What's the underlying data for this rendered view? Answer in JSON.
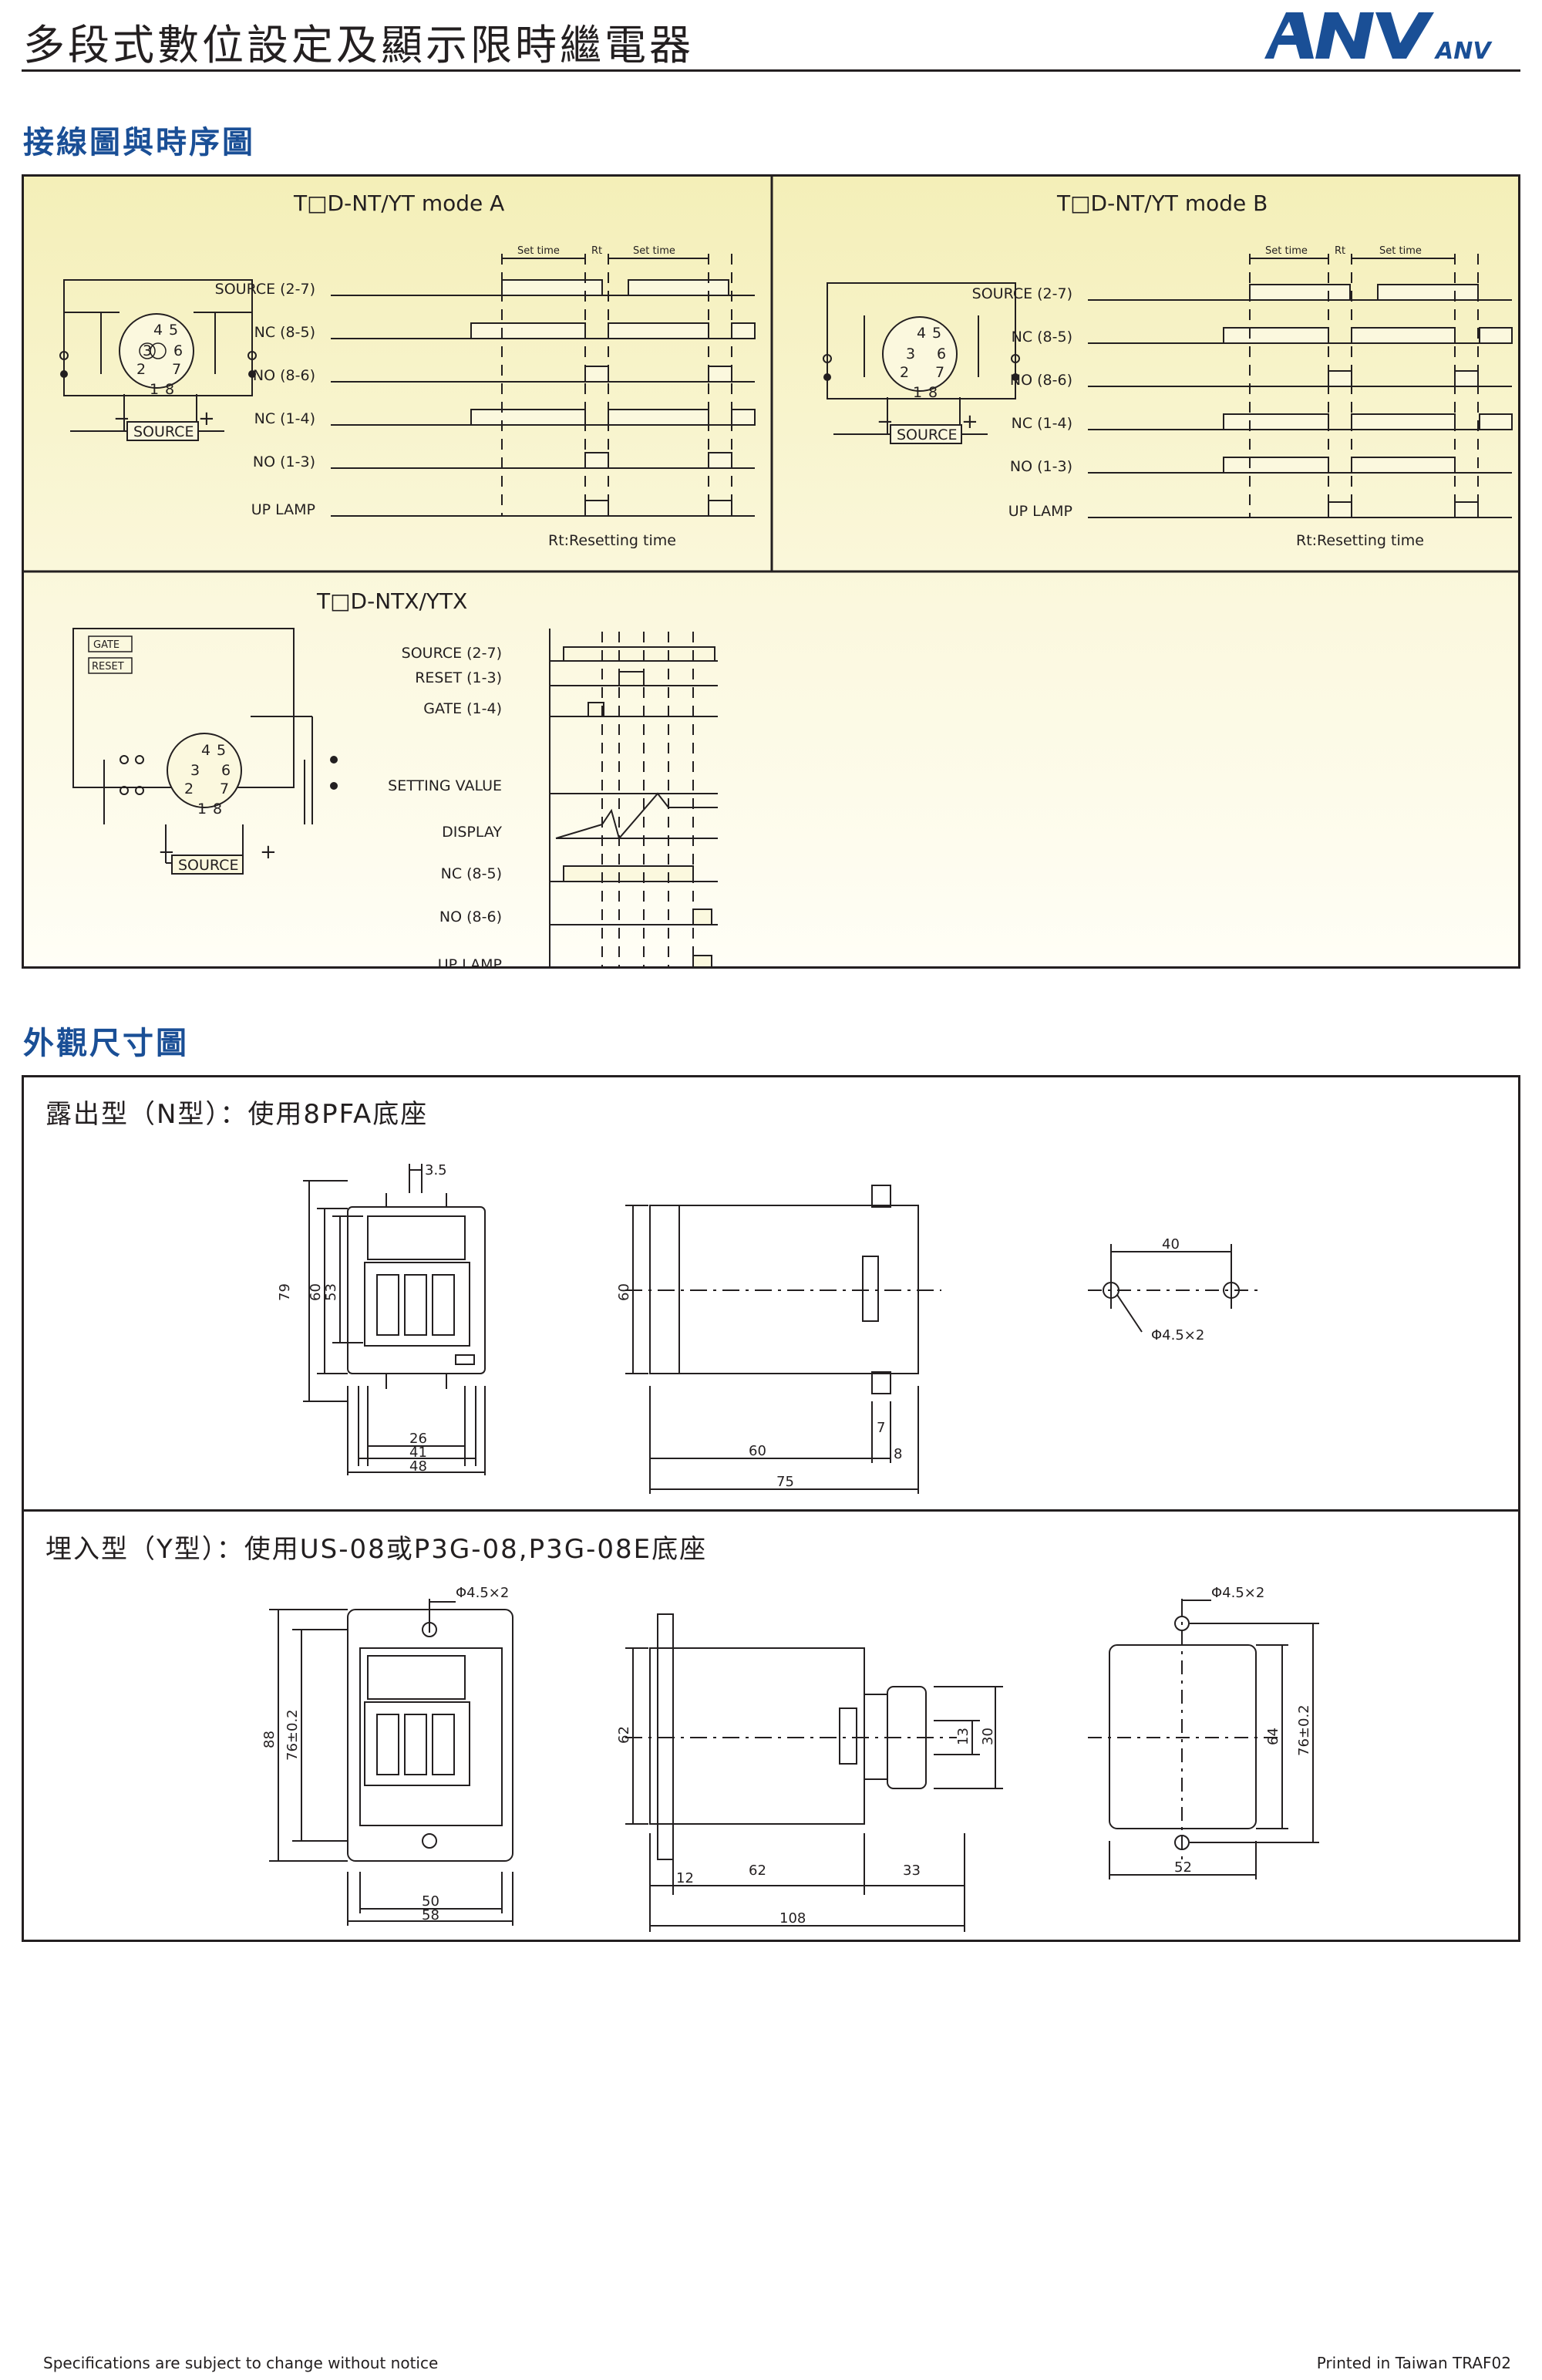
{
  "header": {
    "title": "多段式數位設定及顯示限時繼電器",
    "brand": "ANV",
    "brand_small": "ANV"
  },
  "wiring": {
    "section_title": "接線圖與時序圖",
    "mode_a": {
      "title": "T□D-NT/YT mode A",
      "signals": [
        "SOURCE (2-7)",
        "NC (8-5)",
        "NO (8-6)",
        "NC (1-4)",
        "NO (1-3)",
        "UP LAMP"
      ],
      "set_time": "Set time",
      "rt": "Rt",
      "note": "Rt:Resetting time",
      "source": "SOURCE",
      "minus": "−",
      "plus": "+"
    },
    "mode_b": {
      "title": "T□D-NT/YT mode B",
      "signals": [
        "SOURCE (2-7)",
        "NC (8-5)",
        "NO (8-6)",
        "NC (1-4)",
        "NO (1-3)",
        "UP LAMP"
      ],
      "set_time": "Set time",
      "rt": "Rt",
      "note": "Rt:Resetting time",
      "source": "SOURCE",
      "minus": "−",
      "plus": "+"
    },
    "ntx": {
      "title": "T□D-NTX/YTX",
      "signals": [
        "SOURCE (2-7)",
        "RESET (1-3)",
        "GATE (1-4)",
        "SETTING VALUE",
        "DISPLAY",
        "NC (8-5)",
        "NO (8-6)",
        "UP LAMP"
      ],
      "gate": "GATE",
      "reset": "RESET",
      "source": "SOURCE",
      "minus": "−",
      "plus": "+"
    },
    "pins": [
      "1",
      "2",
      "3",
      "4",
      "5",
      "6",
      "7",
      "8"
    ]
  },
  "dimensions": {
    "section_title": "外觀尺寸圖",
    "n_type": {
      "title": "露出型（N型）：使用8PFA底座",
      "front": {
        "h1": "79",
        "h2": "60",
        "h3": "53",
        "w1": "26",
        "w2": "41",
        "w3": "48",
        "top": "3.5"
      },
      "side": {
        "h": "60",
        "d1": "60",
        "d2": "75",
        "d3": "7",
        "d4": "8"
      },
      "hole": {
        "spacing": "40",
        "dia": "Φ4.5×2"
      }
    },
    "y_type": {
      "title": "埋入型（Y型）：使用US-08或P3G-08,P3G-08E底座",
      "front": {
        "h1": "88",
        "h2": "76±0.2",
        "w1": "50",
        "w2": "58",
        "hole": "Φ4.5×2"
      },
      "side": {
        "h1": "62",
        "h2": "13",
        "h3": "30",
        "d1": "12",
        "d2": "62",
        "d3": "33",
        "d4": "108"
      },
      "cutout": {
        "hole": "Φ4.5×2",
        "h1": "64",
        "h2": "76±0.2",
        "w": "52"
      }
    }
  },
  "footer": {
    "left": "Specifications are subject to change without notice",
    "right": "Printed in Taiwan   TRAF02"
  },
  "colors": {
    "heading": "#1a4f96",
    "panel_bg": "#f7f2c6",
    "ink": "#231f20"
  }
}
